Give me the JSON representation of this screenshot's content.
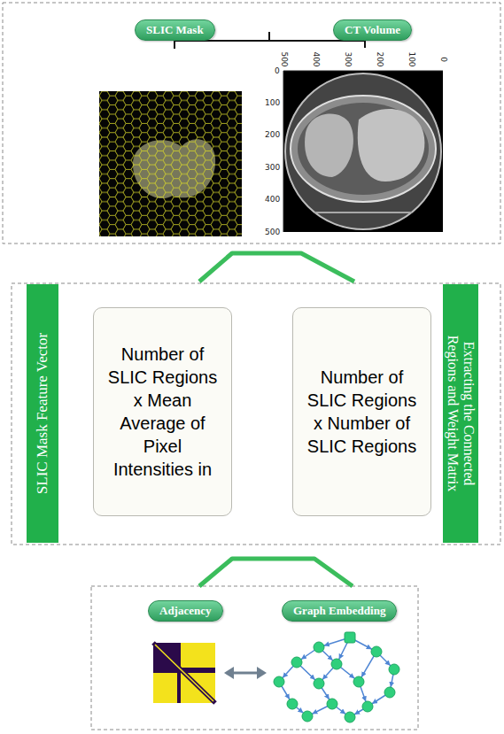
{
  "diagram": {
    "nodes": [
      {
        "text": [
          "SLIC Mask"
        ]
      },
      {
        "text": [
          "CT Volume"
        ]
      },
      {
        "text": [
          "SLIC Mask Feature Vector"
        ]
      },
      {
        "text": [
          "Number of SLIC Regions x Mean Average of Pixel Intensities in"
        ]
      },
      {
        "text": [
          "Number of SLIC Regions x Number of SLIC Regions"
        ]
      },
      {
        "text": [
          "Extracting the Connected Regions and Weight Matrix"
        ]
      },
      {
        "text": [
          "Adjacency"
        ]
      },
      {
        "text": [
          "Graph Embedding"
        ]
      }
    ],
    "labels": [
      "500",
      "400",
      "300",
      "200",
      "100",
      "0",
      "0",
      "100",
      "200",
      "300",
      "400",
      "500"
    ]
  }
}
